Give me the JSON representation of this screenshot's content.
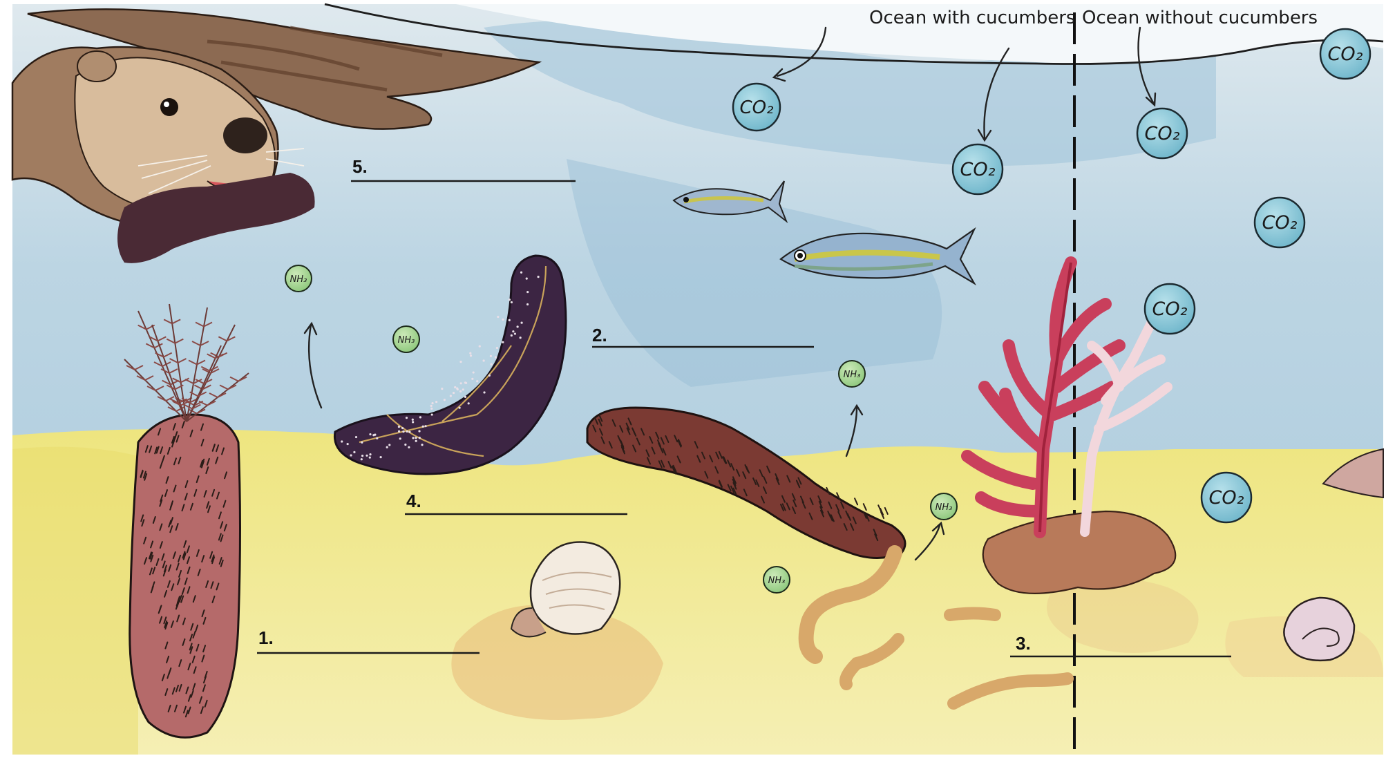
{
  "header": {
    "with_label": "Ocean with cucumbers",
    "without_label": "Ocean without cucumbers"
  },
  "molecules": {
    "co2": "CO₂",
    "nh3": "NH₃"
  },
  "blanks": {
    "one": "1.",
    "two": "2.",
    "three": "3.",
    "four": "4.",
    "five": "5."
  },
  "colors": {
    "water": "#b8d3e2",
    "sand": "#f1ea9a",
    "co2_bubble": "#86c4d6",
    "nh3_bubble": "#a9d59a",
    "coral_red": "#cf4a63",
    "cucumber_dark": "#3b2440",
    "cucumber_brown": "#7d3b2f"
  }
}
